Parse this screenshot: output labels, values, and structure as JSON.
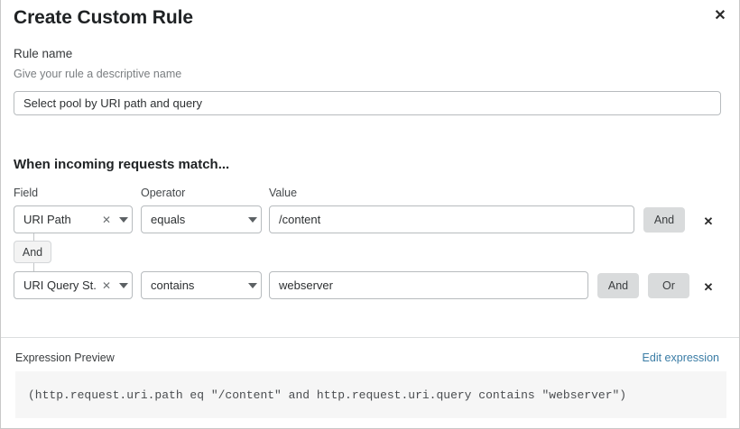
{
  "dialog": {
    "title": "Create Custom Rule",
    "close_icon": "close-icon"
  },
  "rule_name": {
    "label": "Rule name",
    "description": "Give your rule a descriptive name",
    "value": "Select pool by URI path and query",
    "placeholder": "Select pool by URI path and query"
  },
  "conditions": {
    "heading": "When incoming requests match...",
    "columns": {
      "field": "Field",
      "operator": "Operator",
      "value": "Value"
    },
    "group_operator": "And",
    "rows": [
      {
        "field": "URI Path",
        "operator": "equals",
        "value": "/content",
        "buttons": [
          "And"
        ],
        "clear_icon": "clear-icon",
        "caret_icon": "chevron-down-icon",
        "delete_icon": "delete-icon"
      },
      {
        "field": "URI Query St...",
        "operator": "contains",
        "value": "webserver",
        "buttons": [
          "And",
          "Or"
        ],
        "clear_icon": "clear-icon",
        "caret_icon": "chevron-down-icon",
        "delete_icon": "delete-icon"
      }
    ]
  },
  "expression": {
    "label": "Expression Preview",
    "edit_link": "Edit expression",
    "code": "(http.request.uri.path eq \"/content\" and http.request.uri.query contains \"webserver\")"
  },
  "colors": {
    "link": "#3a7ca5",
    "logic_button_bg": "#d9dbdc",
    "code_bg": "#f6f6f6",
    "border": "#b7bbbe"
  }
}
